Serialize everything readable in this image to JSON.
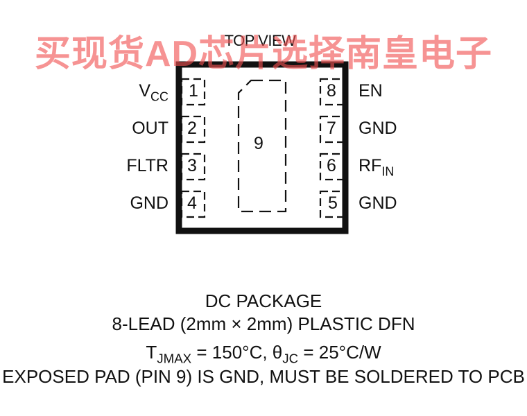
{
  "diagram": {
    "view_label": "TOP VIEW",
    "watermark": "买现货AD芯片选择南皇电子",
    "exposed_pad_number": "9",
    "pins": [
      {
        "number": "1",
        "name": "V",
        "sub": "CC",
        "side": "left"
      },
      {
        "number": "2",
        "name": "OUT",
        "sub": "",
        "side": "left"
      },
      {
        "number": "3",
        "name": "FLTR",
        "sub": "",
        "side": "left"
      },
      {
        "number": "4",
        "name": "GND",
        "sub": "",
        "side": "left"
      },
      {
        "number": "5",
        "name": "GND",
        "sub": "",
        "side": "right"
      },
      {
        "number": "6",
        "name": "RF",
        "sub": "IN",
        "side": "right"
      },
      {
        "number": "7",
        "name": "GND",
        "sub": "",
        "side": "right"
      },
      {
        "number": "8",
        "name": "EN",
        "sub": "",
        "side": "right"
      }
    ],
    "caption": {
      "package_name": "DC PACKAGE",
      "package_desc": "8-LEAD (2mm × 2mm) PLASTIC DFN",
      "thermal": {
        "t_symbol": "T",
        "t_sub": "JMAX",
        "t_value": " = 150°C, ",
        "theta_symbol": "θ",
        "theta_sub": "JC",
        "theta_value": " = 25°C/W"
      },
      "note": "EXPOSED PAD (PIN 9) IS GND, MUST BE SOLDERED TO PCB"
    }
  }
}
